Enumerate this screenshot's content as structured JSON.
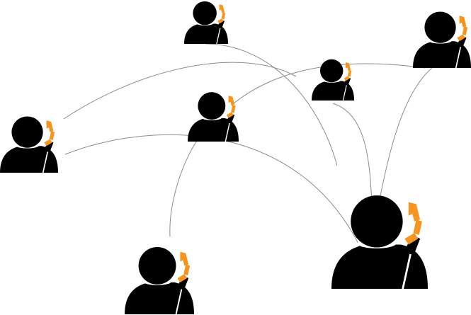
{
  "diagram": {
    "type": "phone-call-network",
    "colors": {
      "person": "#000000",
      "phone": "#f7941d",
      "link": "#8c8c8c",
      "background": "#ffffff"
    },
    "icon": "person-on-phone-icon",
    "nodes": [
      {
        "id": "caller-top-center"
      },
      {
        "id": "caller-top-right"
      },
      {
        "id": "caller-middle-right"
      },
      {
        "id": "caller-center"
      },
      {
        "id": "caller-left"
      },
      {
        "id": "caller-bottom-left"
      },
      {
        "id": "caller-bottom-right"
      }
    ],
    "links": [
      {
        "from": "caller-left",
        "to": "caller-middle-right"
      },
      {
        "from": "caller-left",
        "to": "caller-bottom-right"
      },
      {
        "from": "caller-top-center",
        "to": "caller-bottom-right"
      },
      {
        "from": "caller-center",
        "to": "caller-top-right"
      },
      {
        "from": "caller-center",
        "to": "caller-bottom-left"
      },
      {
        "from": "caller-middle-right",
        "to": "caller-bottom-right"
      },
      {
        "from": "caller-top-right",
        "to": "caller-bottom-right"
      }
    ]
  }
}
